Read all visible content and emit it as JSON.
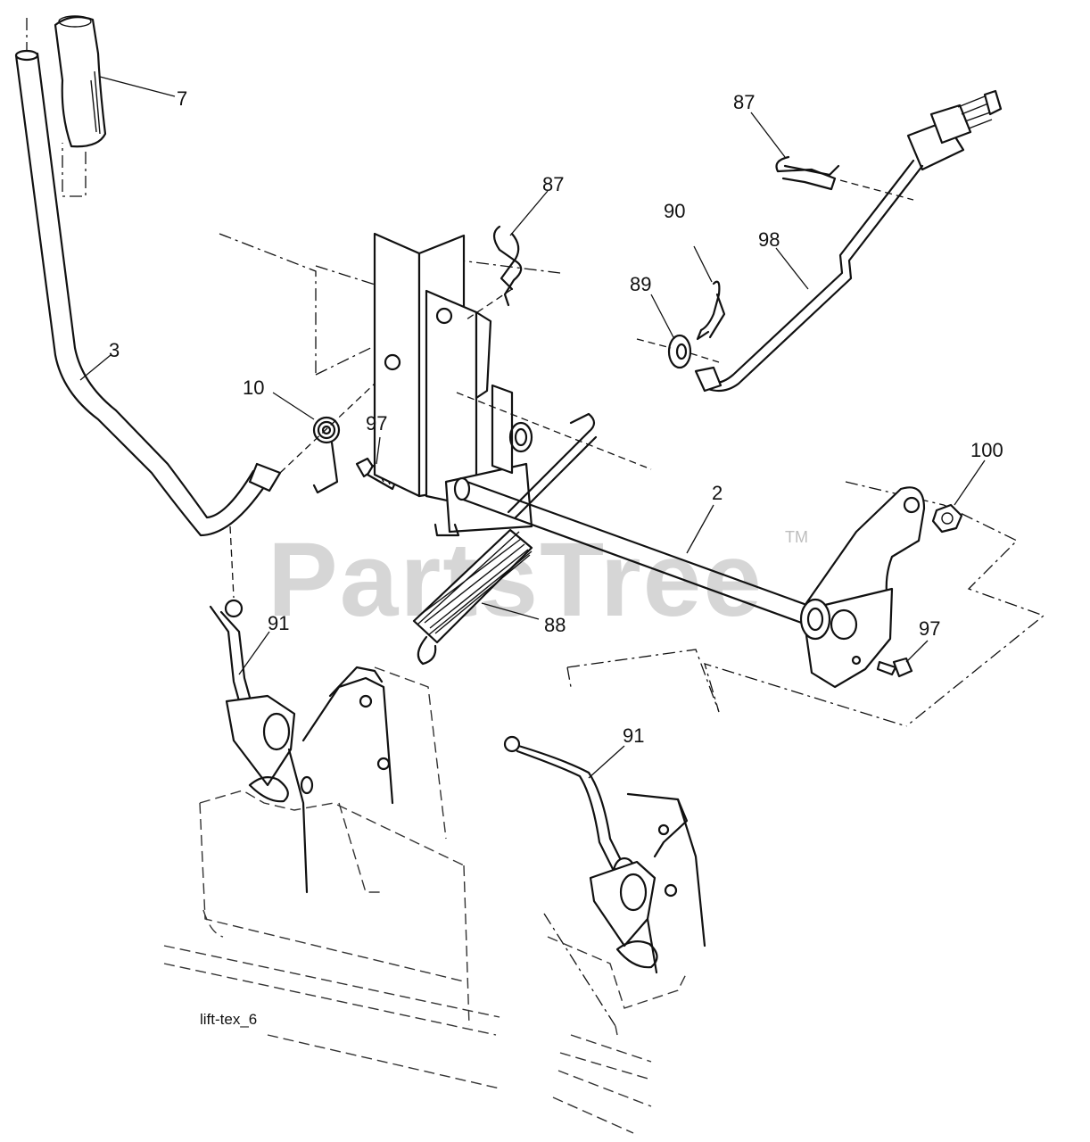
{
  "callouts": [
    {
      "id": "c7",
      "label": "7"
    },
    {
      "id": "c3",
      "label": "3"
    },
    {
      "id": "c10",
      "label": "10"
    },
    {
      "id": "c97a",
      "label": "97"
    },
    {
      "id": "c87a",
      "label": "87"
    },
    {
      "id": "c87b",
      "label": "87"
    },
    {
      "id": "c90",
      "label": "90"
    },
    {
      "id": "c89",
      "label": "89"
    },
    {
      "id": "c98",
      "label": "98"
    },
    {
      "id": "c2",
      "label": "2"
    },
    {
      "id": "c100",
      "label": "100"
    },
    {
      "id": "c88",
      "label": "88"
    },
    {
      "id": "c97b",
      "label": "97"
    },
    {
      "id": "c91a",
      "label": "91"
    },
    {
      "id": "c91b",
      "label": "91"
    }
  ],
  "caption": "lift-tex_6",
  "watermark": {
    "text": "PartsTree",
    "mark": "TM"
  }
}
